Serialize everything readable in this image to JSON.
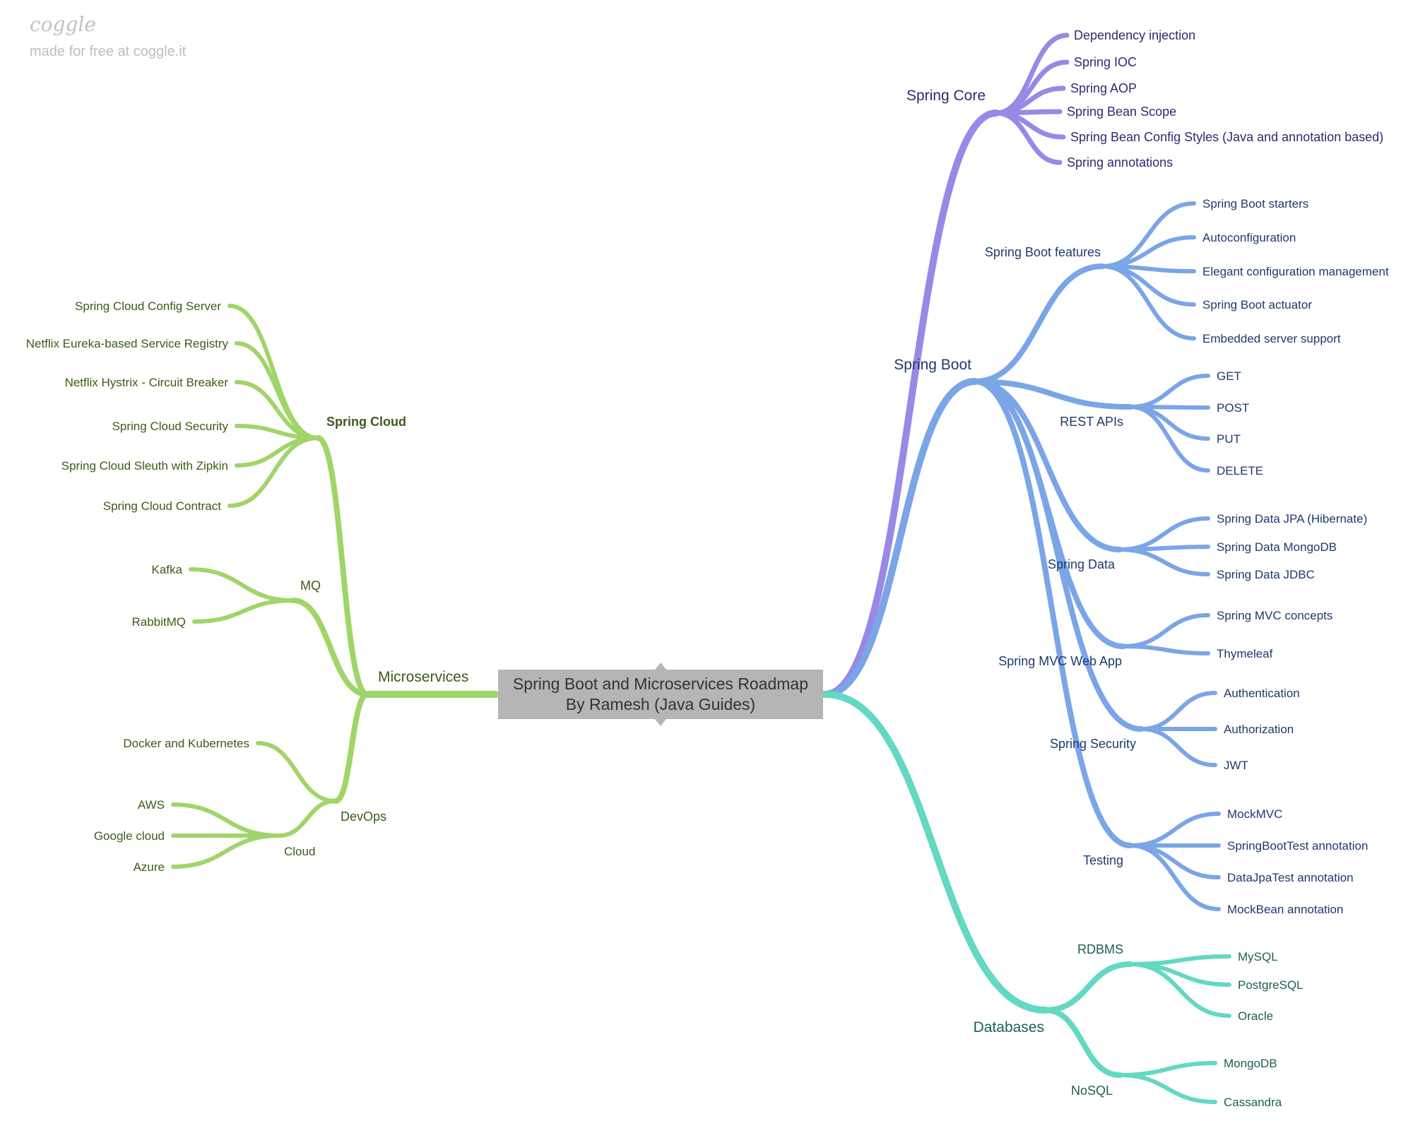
{
  "header": {
    "brand": "coggle",
    "tagline": "made for free at coggle.it"
  },
  "colors": {
    "purple": "#9889e6",
    "blue": "#7aa5e6",
    "teal": "#63d8c2",
    "green": "#a0d569",
    "root_fill": "#b5b5b5",
    "root_text": "#333333"
  },
  "root": {
    "line1": "Spring Boot and Microservices Roadmap",
    "line2": "By Ramesh (Java Guides)"
  },
  "branches": [
    {
      "label": "Spring Core",
      "color": "purple",
      "text": "#2f2a72",
      "children": [
        {
          "label": "Dependency injection"
        },
        {
          "label": "Spring IOC"
        },
        {
          "label": "Spring AOP"
        },
        {
          "label": "Spring Bean Scope"
        },
        {
          "label": "Spring Bean Config Styles (Java and annotation based)"
        },
        {
          "label": "Spring annotations"
        }
      ]
    },
    {
      "label": "Spring Boot",
      "color": "blue",
      "text": "#1f3a6e",
      "children": [
        {
          "label": "Spring Boot features",
          "children": [
            "Spring Boot starters",
            "Autoconfiguration",
            "Elegant configuration management",
            "Spring Boot actuator",
            "Embedded server support"
          ]
        },
        {
          "label": "REST APIs",
          "children": [
            "GET",
            "POST",
            "PUT",
            "DELETE"
          ]
        },
        {
          "label": "Spring Data",
          "children": [
            "Spring Data JPA (Hibernate)",
            "Spring Data MongoDB",
            "Spring Data JDBC"
          ]
        },
        {
          "label": "Spring MVC Web App",
          "children": [
            "Spring MVC concepts",
            "Thymeleaf"
          ]
        },
        {
          "label": "Spring Security",
          "children": [
            "Authentication",
            "Authorization",
            "JWT"
          ]
        },
        {
          "label": "Testing",
          "children": [
            "MockMVC",
            "SpringBootTest annotation",
            "DataJpaTest annotation",
            "MockBean annotation"
          ]
        }
      ]
    },
    {
      "label": "Databases",
      "color": "teal",
      "text": "#1c5f56",
      "children": [
        {
          "label": "RDBMS",
          "children": [
            "MySQL",
            "PostgreSQL",
            "Oracle"
          ]
        },
        {
          "label": "NoSQL",
          "children": [
            "MongoDB",
            "Cassandra"
          ]
        }
      ]
    },
    {
      "label": "Microservices",
      "color": "green",
      "text": "#3d5a1a",
      "children": [
        {
          "label": "Spring Cloud",
          "children": [
            "Spring Cloud Config Server",
            "Netflix Eureka-based Service Registry",
            "Netflix Hystrix - Circuit Breaker",
            "Spring Cloud Security",
            "Spring Cloud Sleuth with Zipkin",
            "Spring Cloud Contract"
          ]
        },
        {
          "label": "MQ",
          "children": [
            "Kafka",
            "RabbitMQ"
          ]
        },
        {
          "label": "DevOps",
          "children": [
            {
              "label": "Docker and Kubernetes"
            },
            {
              "label": "Cloud",
              "children": [
                "AWS",
                "Google cloud",
                "Azure"
              ]
            }
          ]
        }
      ]
    }
  ]
}
